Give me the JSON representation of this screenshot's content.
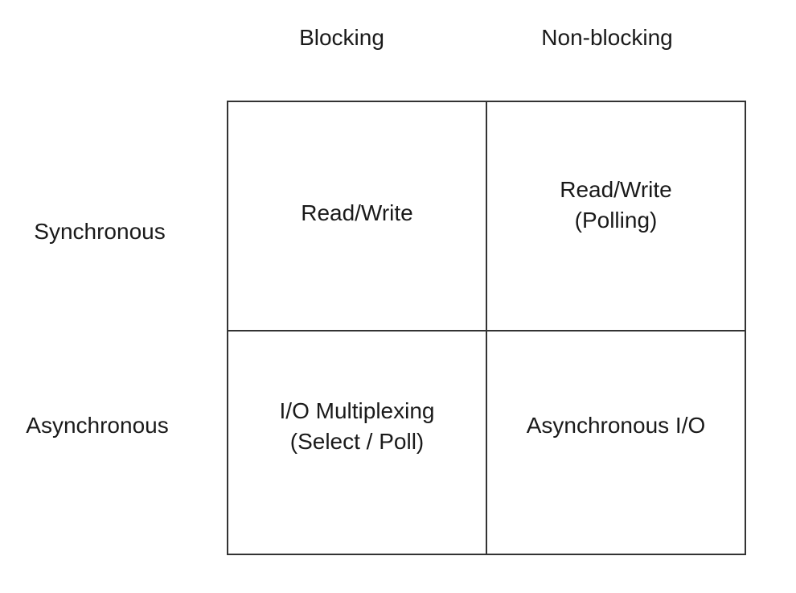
{
  "columns": {
    "blocking": "Blocking",
    "non_blocking": "Non-blocking"
  },
  "rows": {
    "synchronous": "Synchronous",
    "asynchronous": "Asynchronous"
  },
  "cells": {
    "sync_blocking": [
      "Read/Write"
    ],
    "sync_nonblocking": [
      "Read/Write",
      "(Polling)"
    ],
    "async_blocking": [
      "I/O Multiplexing",
      "(Select / Poll)"
    ],
    "async_nonblocking": [
      "Asynchronous I/O"
    ]
  }
}
